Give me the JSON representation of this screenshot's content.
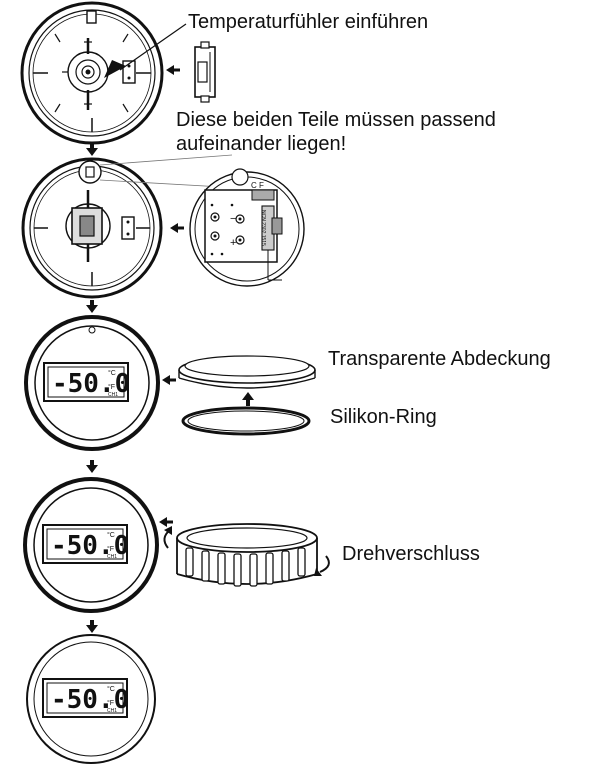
{
  "labels": {
    "insert_sensor": "Temperaturfühler einführen",
    "align_note_line1": "Diese beiden Teile müssen passend",
    "align_note_line2": "aufeinander liegen!",
    "transparent_cover": "Transparente Abdeckung",
    "silicone_ring": "Silikon-Ring",
    "screw_cap": "Drehverschluss"
  },
  "display": {
    "reading": "-50.0",
    "unit_c": "°C",
    "unit_f": "°F",
    "channel": "CH1"
  },
  "pcb": {
    "cf_marking": "C F",
    "board_code": "NCN 2302 1515",
    "plus": "+",
    "minus": "−"
  },
  "colors": {
    "line": "#111111",
    "fill": "#ffffff"
  }
}
